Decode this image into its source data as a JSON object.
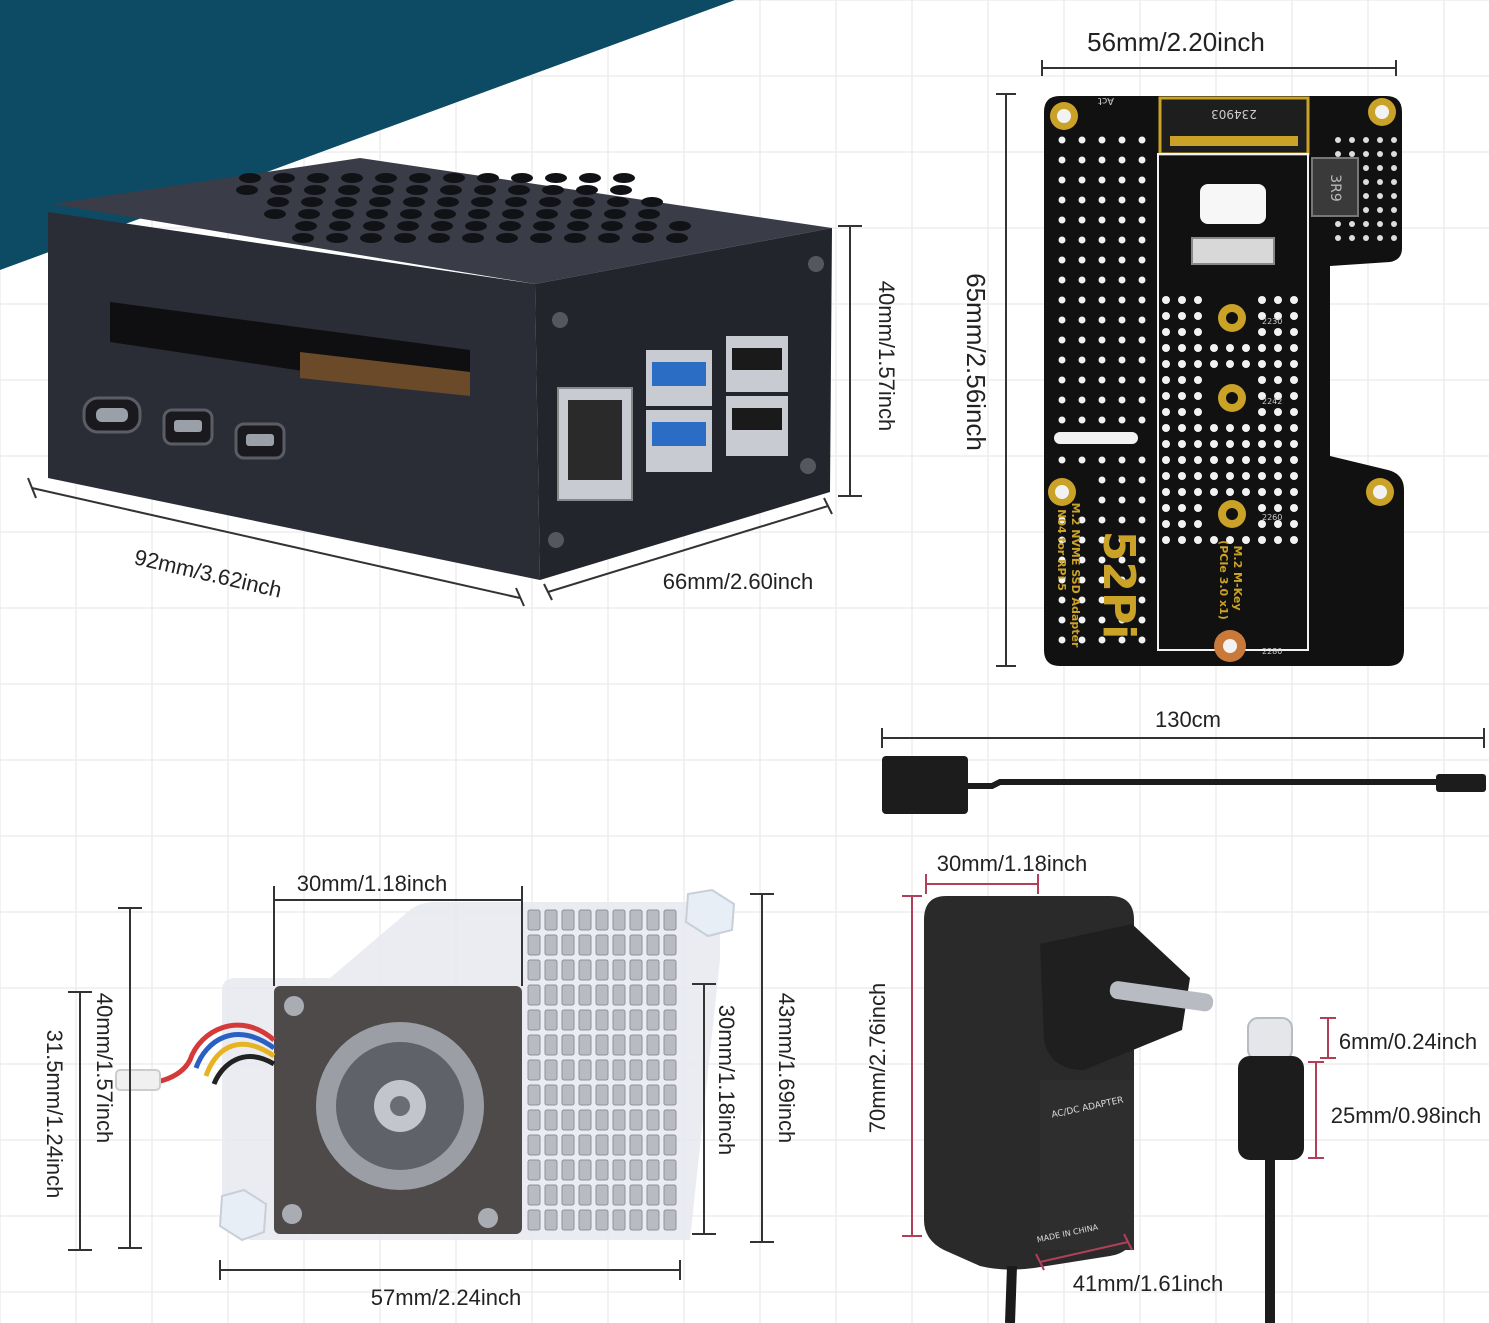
{
  "colors": {
    "banner": "#0d4a63",
    "grid": "#e6e6e6",
    "case": "#2b2d36",
    "pcb": "#111111",
    "gold": "#c9a227",
    "heatsink": "#b8bcc2",
    "dimline": "#333333",
    "dimaccent": "#b0405a"
  },
  "case": {
    "width_label": "92mm/3.62inch",
    "depth_label": "66mm/2.60inch",
    "height_label": "40mm/1.57inch"
  },
  "pcb": {
    "width_label": "56mm/2.20inch",
    "height_label": "65mm/2.56inch",
    "chip_label": "3R9",
    "slot_label": "234903",
    "act_label": "Act",
    "brand_label": "52Pi",
    "product_lines": [
      "M.2 NVME SSD Adapter",
      "N04 for RPi 5"
    ],
    "key_lines": [
      "M.2 M-Key",
      "(PCIe 3.0 x1)"
    ],
    "size_marks": [
      "2230",
      "2242",
      "2260",
      "2280"
    ]
  },
  "cable": {
    "length_label": "130cm"
  },
  "cooler": {
    "fan_width_label": "30mm/1.18inch",
    "total_width_label": "57mm/2.24inch",
    "left_height_label": "40mm/1.57inch",
    "left_inner_height_label": "31.5mm/1.24inch",
    "fan_height_label": "30mm/1.18inch",
    "sink_height_label": "43mm/1.69inch"
  },
  "adapter": {
    "top_width_label": "30mm/1.18inch",
    "height_label": "70mm/2.76inch",
    "bottom_width_label": "41mm/1.61inch",
    "plug_tip_label": "6mm/0.24inch",
    "plug_body_label": "25mm/0.98inch",
    "adapter_title": "AC/DC ADAPTER",
    "made_in": "MADE IN CHINA"
  }
}
